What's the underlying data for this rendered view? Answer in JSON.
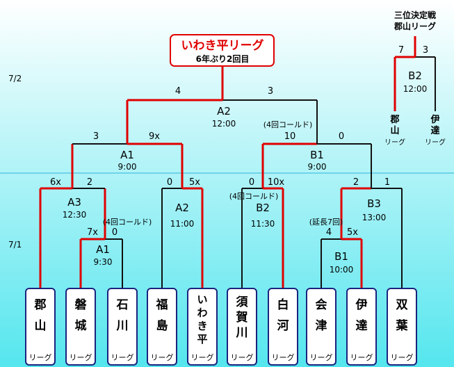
{
  "dates": [
    "7/2",
    "7/1"
  ],
  "colors": {
    "win": "#e00000",
    "loss": "#111111",
    "box_border": "#1a237e",
    "bg_top": "#ffffff",
    "bg_bottom": "#55e6ee",
    "divider": "#6fd3e8"
  },
  "champion": {
    "title": "いわき平リーグ",
    "subtitle": "6年ぶり2回目"
  },
  "third_place": {
    "title1": "三位決定戦",
    "title2": "郡山リーグ",
    "match": "B2",
    "time": "12:00",
    "left_score": "7",
    "right_score": "3",
    "left_team": {
      "name": [
        "郡",
        "山"
      ],
      "suffix": "リーグ"
    },
    "right_team": {
      "name": [
        "伊",
        "達"
      ],
      "suffix": "リーグ"
    }
  },
  "teams": [
    {
      "name": [
        "郡",
        "山"
      ],
      "suffix": "リーグ"
    },
    {
      "name": [
        "磐",
        "城"
      ],
      "suffix": "リーグ"
    },
    {
      "name": [
        "石",
        "川"
      ],
      "suffix": "リーグ"
    },
    {
      "name": [
        "福",
        "島"
      ],
      "suffix": "リーグ"
    },
    {
      "name": [
        "い",
        "わ",
        "き",
        "平"
      ],
      "suffix": "リーグ"
    },
    {
      "name": [
        "須",
        "賀",
        "川"
      ],
      "suffix": "リーグ"
    },
    {
      "name": [
        "白",
        "河"
      ],
      "suffix": "リーグ"
    },
    {
      "name": [
        "会",
        "津"
      ],
      "suffix": "リーグ"
    },
    {
      "name": [
        "伊",
        "達"
      ],
      "suffix": "リーグ"
    },
    {
      "name": [
        "双",
        "葉"
      ],
      "suffix": "リーグ"
    }
  ],
  "matches": {
    "r1_a1": {
      "label": "A1",
      "time": "9:30",
      "left_score": "7x",
      "right_score": "0",
      "note": "(4回コールド)"
    },
    "r1_b1": {
      "label": "B1",
      "time": "10:00",
      "left_score": "4",
      "right_score": "5x",
      "note": "(延長7回)"
    },
    "r2_a3": {
      "label": "A3",
      "time": "12:30",
      "left_score": "6x",
      "right_score": "2"
    },
    "r2_a2": {
      "label": "A2",
      "time": "11:00",
      "left_score": "0",
      "right_score": "5x"
    },
    "r2_b2": {
      "label": "B2",
      "time": "11:30",
      "left_score": "0",
      "right_score": "10x",
      "note": "(4回コールド)"
    },
    "r2_b3": {
      "label": "B3",
      "time": "13:00",
      "left_score": "2",
      "right_score": "1"
    },
    "sf_a1": {
      "label": "A1",
      "time": "9:00",
      "left_score": "3",
      "right_score": "9x"
    },
    "sf_b1": {
      "label": "B1",
      "time": "9:00",
      "left_score": "10",
      "right_score": "0",
      "note": "(4回コールド)"
    },
    "final": {
      "label": "A2",
      "time": "12:00",
      "left_score": "4",
      "right_score": "3"
    }
  }
}
